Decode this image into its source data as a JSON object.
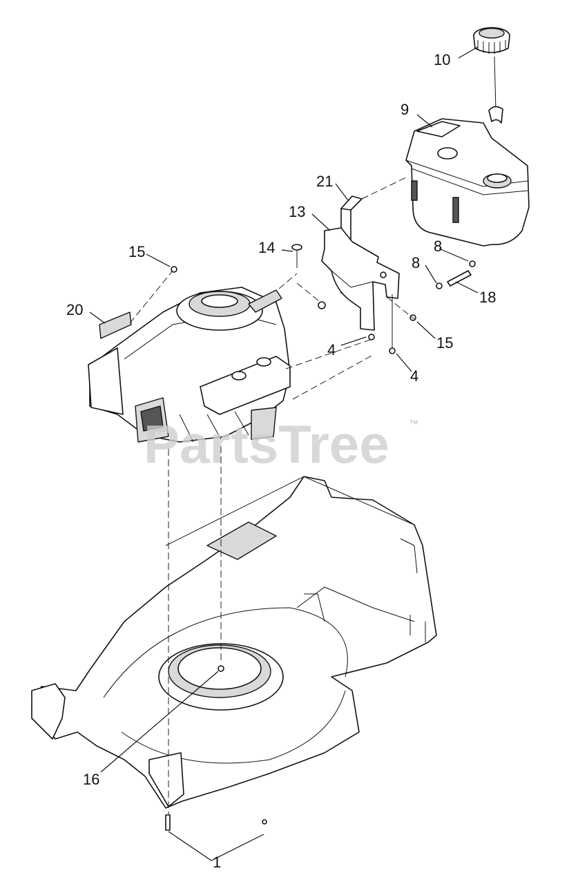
{
  "watermark": {
    "text": "PartsTree",
    "tm": "™"
  },
  "callouts": [
    {
      "id": "10",
      "text": "10"
    },
    {
      "id": "9",
      "text": "9"
    },
    {
      "id": "21",
      "text": "21"
    },
    {
      "id": "13",
      "text": "13"
    },
    {
      "id": "14",
      "text": "14"
    },
    {
      "id": "15a",
      "text": "15"
    },
    {
      "id": "8a",
      "text": "8"
    },
    {
      "id": "8b",
      "text": "8"
    },
    {
      "id": "18",
      "text": "18"
    },
    {
      "id": "20",
      "text": "20"
    },
    {
      "id": "15b",
      "text": "15"
    },
    {
      "id": "4a",
      "text": "4"
    },
    {
      "id": "4b",
      "text": "4"
    },
    {
      "id": "16",
      "text": "16"
    },
    {
      "id": "1",
      "text": "1"
    }
  ]
}
